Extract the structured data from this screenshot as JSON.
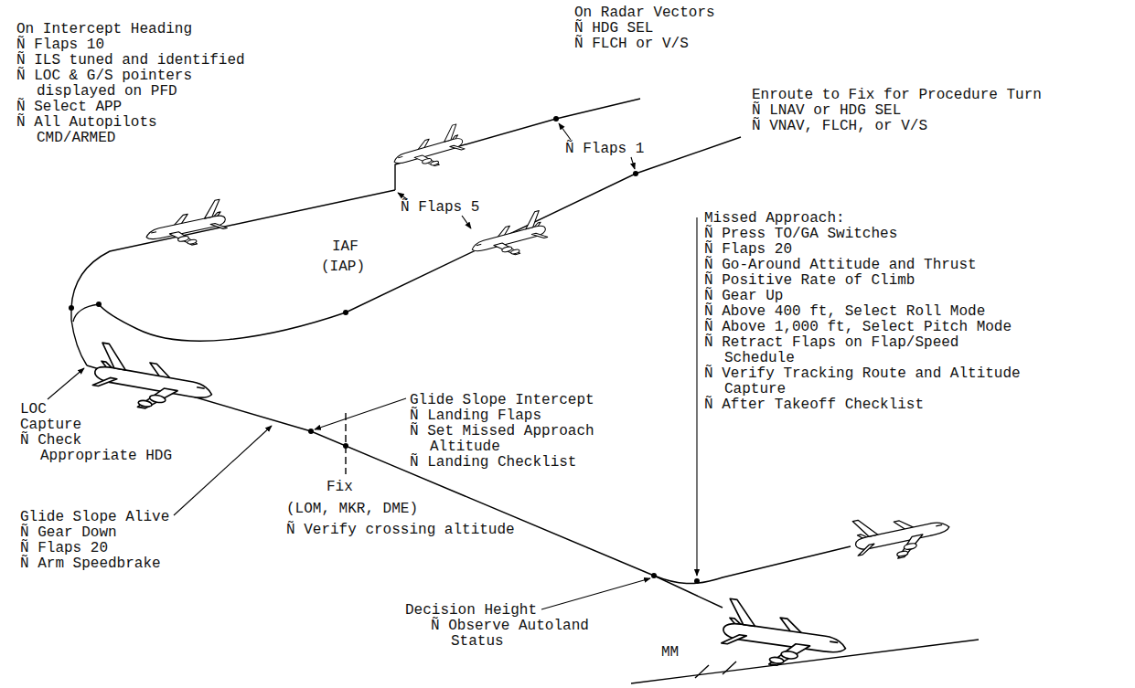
{
  "diagram": {
    "labels": [
      "On Radar Vectors",
      "Ñ HDG SEL",
      "Ñ FLCH or V/S",
      "On Intercept Heading",
      "Ñ Flaps 10",
      "Ñ ILS tuned and identified",
      "Ñ LOC & G/S pointers displayed on PFD",
      "Ñ Select APP",
      "Ñ All Autopilots CMD/ARMED",
      "Enroute to Fix for Procedure Turn",
      "Ñ LNAV or HDG SEL",
      "Ñ VNAV, FLCH, or V/S",
      "Ñ Flaps 1",
      "Ñ Flaps 5",
      "IAF",
      "(IAP)",
      "Missed Approach:",
      "Ñ Press TO/GA Switches",
      "Ñ Flaps 20",
      "Ñ Go-Around Attitude and Thrust",
      "Ñ Positive Rate of Climb",
      "Ñ Gear Up",
      "Ñ Above 400 ft, Select Roll Mode",
      "Ñ Above 1,000 ft, Select Pitch Mode",
      "Ñ Retract Flaps on Flap/Speed Schedule",
      "Ñ Verify Tracking Route and Altitude Capture",
      "Ñ After Takeoff Checklist",
      "Glide Slope Intercept",
      "Ñ Landing Flaps",
      "Ñ Set Missed Approach Altitude",
      "Ñ Landing Checklist",
      "LOC Capture",
      "Ñ Check Appropriate HDG",
      "Fix",
      "(LOM, MKR, DME)",
      "Ñ Verify crossing altitude",
      "Glide Slope Alive",
      "Ñ Gear Down",
      "Ñ Flaps 20",
      "Ñ Arm Speedbrake",
      "Decision Height",
      "Ñ Observe Autoland Status",
      "MM"
    ]
  }
}
